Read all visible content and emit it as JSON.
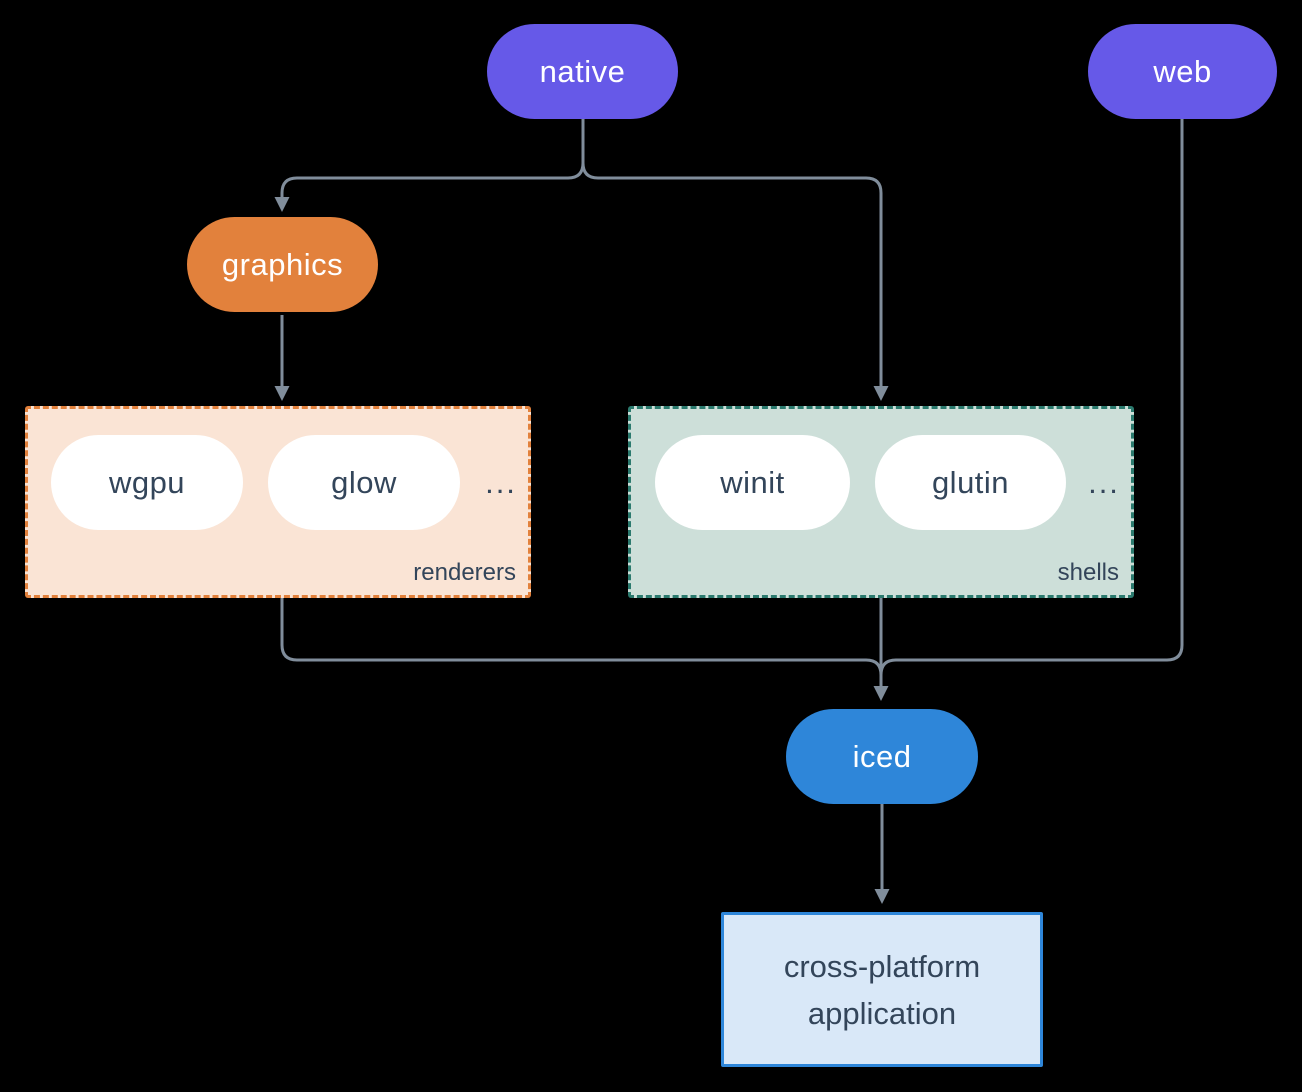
{
  "diagram": {
    "colors": {
      "background": "#000000",
      "line": "#808D9B",
      "purple": "#6659E8",
      "orange": "#E2813C",
      "blue": "#2E86D9",
      "white_pill": "#FFFFFF",
      "dark_text": "#33455A"
    },
    "nodes": {
      "native": {
        "label": "native"
      },
      "web": {
        "label": "web"
      },
      "graphics": {
        "label": "graphics"
      },
      "iced": {
        "label": "iced"
      },
      "wgpu": {
        "label": "wgpu"
      },
      "glow": {
        "label": "glow"
      },
      "winit": {
        "label": "winit"
      },
      "glutin": {
        "label": "glutin"
      },
      "app": {
        "lines": [
          "cross-platform",
          "application"
        ],
        "bg": "#D9E8F8",
        "border": "#2E86D9"
      }
    },
    "groups": {
      "renderers": {
        "label": "renderers",
        "ellipsis": "...",
        "bg": "#FAE4D5",
        "border": "#E2813C"
      },
      "shells": {
        "label": "shells",
        "ellipsis": "...",
        "bg": "#CDDFD9",
        "border": "#2B7A6E"
      }
    }
  }
}
